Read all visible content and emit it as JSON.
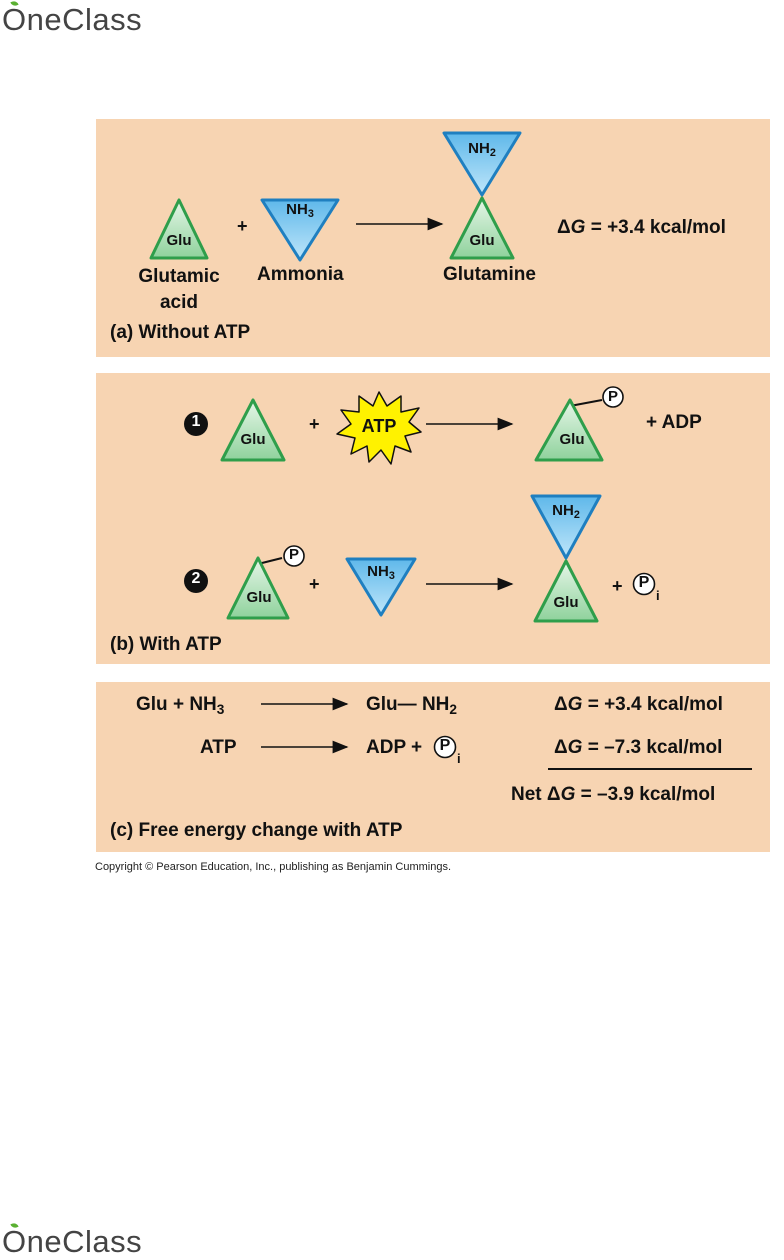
{
  "brand": {
    "logo_text": "OneClass"
  },
  "panel_a": {
    "caption": "(a) Without ATP",
    "glu_label": "Glu",
    "nh3_label": "NH",
    "nh3_sub": "3",
    "nh2_label": "NH",
    "nh2_sub": "2",
    "plus": "+",
    "reactant1_line1": "Glutamic",
    "reactant1_line2": "acid",
    "reactant2": "Ammonia",
    "product": "Glutamine",
    "delta_symbol": "Δ",
    "g_symbol": "G",
    "delta_value": " = +3.4 kcal/mol"
  },
  "panel_b": {
    "caption": "(b) With ATP",
    "step1_number": "1",
    "step2_number": "2",
    "glu_label": "Glu",
    "atp_label": "ATP",
    "phosphate": "P",
    "plus": "+",
    "plus_adp": "+ ADP",
    "nh3_label": "NH",
    "nh3_sub": "3",
    "nh2_label": "NH",
    "nh2_sub": "2",
    "pi_plus": "+",
    "pi_sub": "i"
  },
  "panel_c": {
    "caption": "(c) Free energy change with ATP",
    "row1_left": "Glu + NH",
    "row1_left_sub": "3",
    "row1_right": "Glu— NH",
    "row1_right_sub": "2",
    "row1_delta": " = +3.4 kcal/mol",
    "row2_left": "ATP",
    "row2_right": "ADP +",
    "row2_sub": "i",
    "row2_delta": " = –7.3 kcal/mol",
    "net_prefix": "Net ",
    "net_delta": " = –3.9 kcal/mol",
    "delta_symbol": "Δ",
    "g_symbol": "G",
    "phosphate": "P"
  },
  "copyright": "Copyright © Pearson Education, Inc., publishing as Benjamin Cummings.",
  "colors": {
    "panel_bg": "#f7d4b2",
    "glu_fill": "#a8dcb0",
    "glu_stroke": "#2f9e4b",
    "nh_fill": "#7cc8ee",
    "nh_stroke": "#1f7fc0",
    "atp_fill": "#fff200"
  }
}
